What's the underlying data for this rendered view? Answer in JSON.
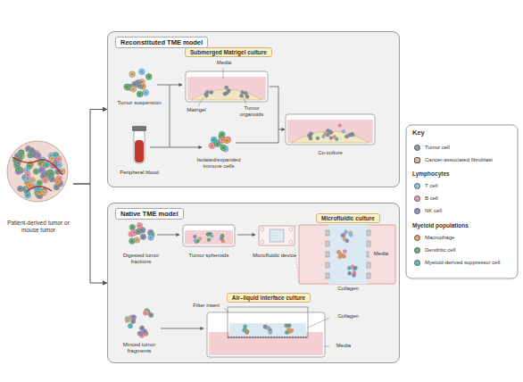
{
  "diagram": {
    "nodes": [
      {
        "text": [
          "Patient-derived tumor or mouse tumor"
        ]
      },
      {
        "text": [
          "Reconstituted TME model"
        ]
      },
      {
        "text": [
          "Submerged Matrigel culture"
        ],
        "in": 1
      },
      {
        "text": [
          "Native TME model"
        ]
      },
      {
        "text": [
          "Microfluidic culture"
        ],
        "in": 3
      },
      {
        "text": [
          "Air–liquid interface culture"
        ],
        "in": 3
      }
    ],
    "edges": [
      {
        "from": 0,
        "to": 1,
        "arrow": "to"
      },
      {
        "from": 0,
        "to": 3,
        "arrow": "to"
      }
    ],
    "labels": [
      "Tumor suspension",
      "Media",
      "Matrigel",
      "Tumor organoids",
      "Peripheral blood",
      "Isolated/expanded immune cells",
      "Co-culture",
      "Digested tumor fractions",
      "Tumor spheroids",
      "Microfluidic device",
      "Media",
      "Collagen",
      "Filter insert",
      "Collagen",
      "Media",
      "Minced tumor fragments",
      "Key",
      "Lymphocytes",
      "Myeloid populations"
    ],
    "legend": [
      {
        "text": "Tumor cell",
        "color": "#8c9aa6"
      },
      {
        "text": "Cancer-associated fibroblast",
        "color": "#d9b98a"
      },
      {
        "text": "T cell",
        "color": "#8ec5ea"
      },
      {
        "text": "B cell",
        "color": "#f29aa3"
      },
      {
        "text": "NK cell",
        "color": "#9f8fd0"
      },
      {
        "text": "Macrophage",
        "color": "#f2a35e"
      },
      {
        "text": "Dendritic cell",
        "color": "#6cb57a"
      },
      {
        "text": "Myeloid-derived suppressor cell",
        "color": "#58c3c4"
      }
    ]
  }
}
